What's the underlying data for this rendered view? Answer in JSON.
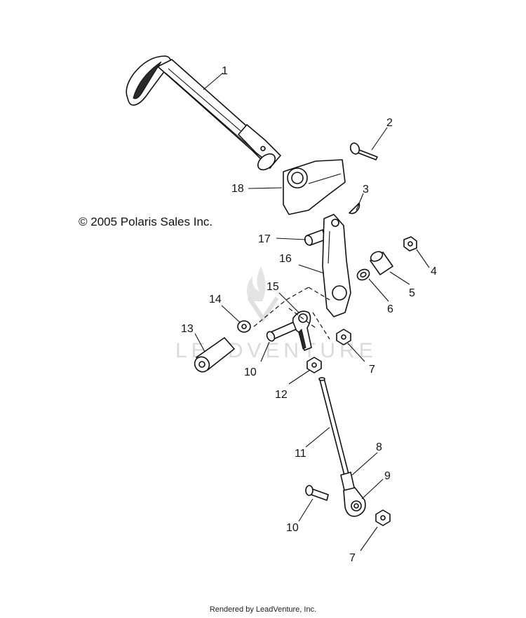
{
  "copyright": "© 2005 Polaris Sales Inc.",
  "footer": "Rendered by LeadVenture, Inc.",
  "callouts": [
    "1",
    "2",
    "3",
    "4",
    "5",
    "6",
    "7",
    "7",
    "8",
    "9",
    "10",
    "10",
    "11",
    "12",
    "13",
    "14",
    "15",
    "16",
    "17",
    "18"
  ]
}
